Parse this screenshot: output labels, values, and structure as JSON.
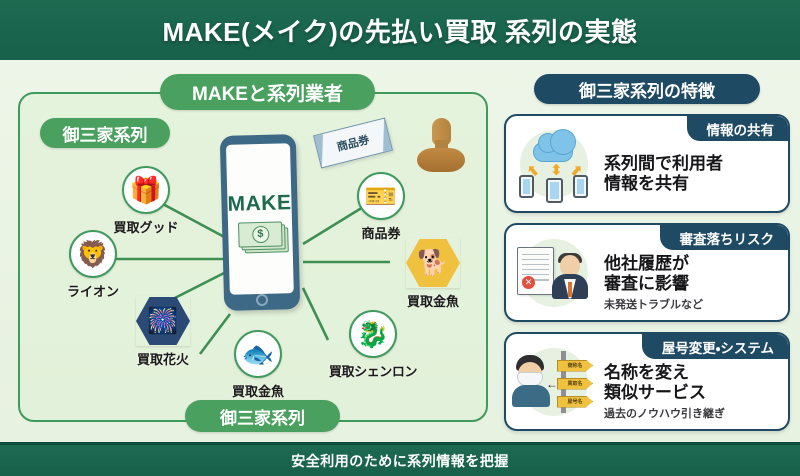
{
  "header": {
    "title": "MAKE(メイク)の先払い買取 系列の実態"
  },
  "footer": {
    "text": "安全利用のために系列情報を把握"
  },
  "network": {
    "title_pill": "MAKEと系列業者",
    "top_left_pill": "御三家系列",
    "bottom_pill": "御三家系列",
    "phone": {
      "brand": "MAKE",
      "screen_icon": "money-bill-icon"
    },
    "decor": {
      "voucher_label": "商品券",
      "voucher_icon": "gift-voucher-icon",
      "stamp_icon": "rubber-stamp-icon"
    },
    "nodes": [
      {
        "label": "買取グッド",
        "icon": "gift-card-icon",
        "glyph": "🎁",
        "shape": "circle"
      },
      {
        "label": "ライオン",
        "icon": "lion-icon",
        "glyph": "🦁",
        "shape": "circle"
      },
      {
        "label": "買取花火",
        "icon": "fireworks-icon",
        "glyph": "🎆",
        "shape": "hex-navy"
      },
      {
        "label": "買取金魚",
        "icon": "goldfish-icon",
        "glyph": "🐟",
        "shape": "circle"
      },
      {
        "label": "買取シェンロン",
        "icon": "dragon-icon",
        "glyph": "🐉",
        "shape": "circle"
      },
      {
        "label": "買取金魚",
        "icon": "crowned-dog-icon",
        "glyph": "🐕",
        "shape": "hex-gold"
      },
      {
        "label": "商品券",
        "icon": "ticket-icon",
        "glyph": "🎫",
        "shape": "circle"
      }
    ]
  },
  "features": {
    "title_pill": "御三家系列の特徴",
    "cards": [
      {
        "tab": "情報の共有",
        "text": "系列間で利用者\n情報を共有",
        "note": "",
        "icon": "cloud-sync-devices-icon"
      },
      {
        "tab": "審査落ちリスク",
        "text": "他社履歴が\n審査に影響",
        "note": "未発送トラブルなど",
        "icon": "document-reject-person-icon"
      },
      {
        "tab": "屋号変更・システム",
        "text": "名称を変え\n類似サービス",
        "note": "過去のノウハウ引き継ぎ",
        "icon": "signpost-rename-icon",
        "signs": [
          "商称名",
          "買取名",
          "屋号名"
        ]
      }
    ]
  },
  "colors": {
    "brand_green": "#1d6a51",
    "panel_green": "#4aa05f",
    "navy": "#1f4a63",
    "page_bg": "#eaf4e4",
    "gold": "#f0c13f"
  }
}
